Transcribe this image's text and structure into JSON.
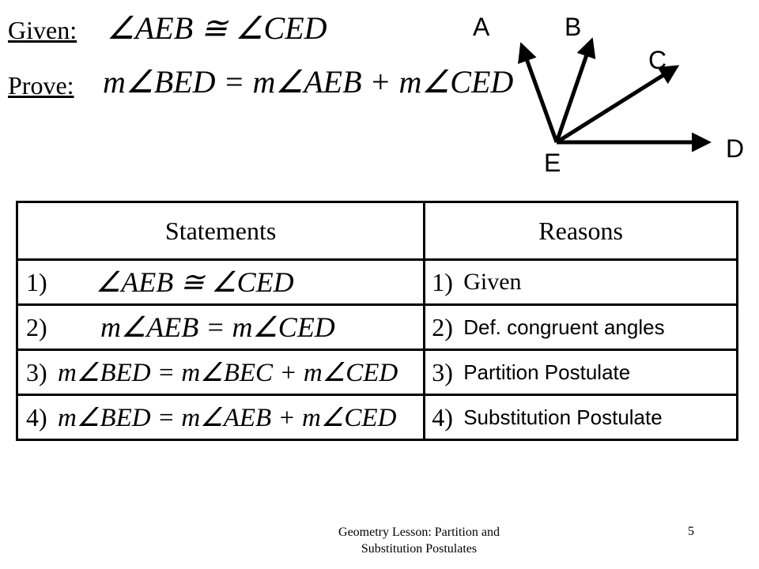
{
  "given": {
    "label": "Given:",
    "statement": "∠AEB ≅ ∠CED"
  },
  "prove": {
    "label": "Prove:",
    "statement": "m∠BED = m∠AEB + m∠CED"
  },
  "diagram": {
    "points": {
      "A": "A",
      "B": "B",
      "C": "C",
      "D": "D",
      "E": "E"
    }
  },
  "table": {
    "headers": {
      "statements": "Statements",
      "reasons": "Reasons"
    },
    "rows": [
      {
        "num": "1)",
        "statement": "∠AEB ≅ ∠CED",
        "reason_num": "1)",
        "reason": "Given"
      },
      {
        "num": "2)",
        "statement": "m∠AEB = m∠CED",
        "reason_num": "2)",
        "reason": "Def. congruent angles"
      },
      {
        "num": "3)",
        "statement": "m∠BED = m∠BEC + m∠CED",
        "reason_num": "3)",
        "reason": "Partition Postulate"
      },
      {
        "num": "4)",
        "statement": "m∠BED = m∠AEB + m∠CED",
        "reason_num": "4)",
        "reason": "Substitution Postulate"
      }
    ]
  },
  "footer": {
    "line1": "Geometry Lesson: Partition and",
    "line2": "Substitution Postulates",
    "page": "5"
  }
}
